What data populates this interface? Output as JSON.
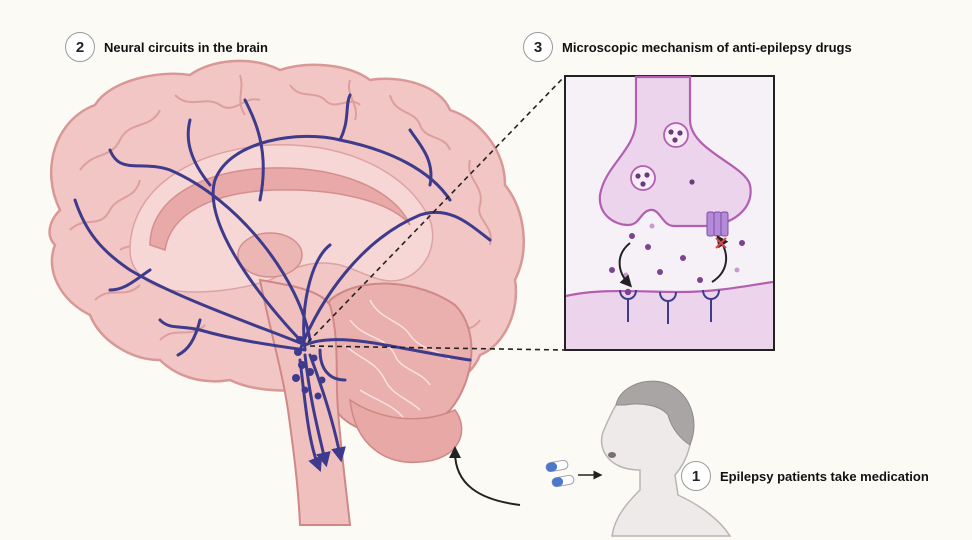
{
  "steps": [
    {
      "number": "1",
      "label": "Epilepsy patients take medication"
    },
    {
      "number": "2",
      "label": "Neural circuits in the brain"
    },
    {
      "number": "3",
      "label": "Microscopic mechanism of anti-epilepsy drugs"
    }
  ],
  "colors": {
    "brain_fill": "#f2c6c4",
    "brain_outline": "#d89896",
    "neural_circuit": "#3e3a8c",
    "synapse_fill": "#ecd5ec",
    "synapse_outline": "#b25fb2",
    "vesicle_dot": "#6a3a7a",
    "block_mark": "#d84848",
    "skin": "#e9e6e6",
    "pill_blue": "#4b78c8"
  },
  "icons": [
    "brain-illustration",
    "synapse-diagram",
    "patient-head-icon",
    "pill-icon",
    "curved-arrow-icon",
    "block-x-icon"
  ]
}
